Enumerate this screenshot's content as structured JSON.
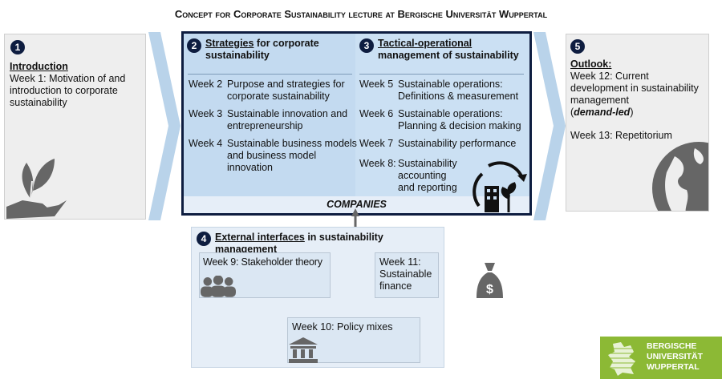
{
  "title": "Concept for Corporate Sustainability lecture at Bergische Universität Wuppertal",
  "section1": {
    "num": "1",
    "heading": "Introduction",
    "text": "Week 1: Motivation of and introduction to corporate sustainability"
  },
  "section2": {
    "num": "2",
    "heading_u": "Strategies",
    "heading_rest": " for corporate sustainability",
    "weeks": [
      {
        "week": "Week 2",
        "text": "Purpose and strategies for corporate sustainability"
      },
      {
        "week": "Week 3",
        "text": "Sustainable innovation and entrepreneurship"
      },
      {
        "week": "Week 4",
        "text": "Sustainable business models and business model innovation"
      }
    ]
  },
  "section3": {
    "num": "3",
    "heading_u": "Tactical-operational",
    "heading_rest": " management of sustainability",
    "weeks": [
      {
        "week": "Week 5",
        "text": "Sustainable operations: Definitions & measurement"
      },
      {
        "week": "Week 6",
        "text": "Sustainable operations: Planning & decision making"
      },
      {
        "week": "Week 7",
        "text": "Sustainability performance"
      },
      {
        "week": "Week 8:",
        "text": "Sustainability accounting and reporting"
      }
    ]
  },
  "companies": "COMPANIES",
  "section4": {
    "num": "4",
    "heading_u": "External interfaces",
    "heading_rest": " in sustainability management",
    "week9": "Week 9: Stakeholder theory",
    "week10": "Week 10: Policy mixes",
    "week11": "Week 11: Sustainable finance"
  },
  "section5": {
    "num": "5",
    "heading": "Outlook:",
    "text1": "Week 12: Current development in sustainability management",
    "paren_open": "(",
    "italic": "demand-led",
    "paren_close": ")",
    "text2": "Week 13: Repetitorium"
  },
  "logo": {
    "line1": "BERGISCHE",
    "line2": "UNIVERSITÄT",
    "line3": "WUPPERTAL"
  },
  "colors": {
    "navy": "#0e1d40",
    "lightblue": "#c3daf0",
    "green": "#8cb935",
    "icon": "#666666"
  }
}
